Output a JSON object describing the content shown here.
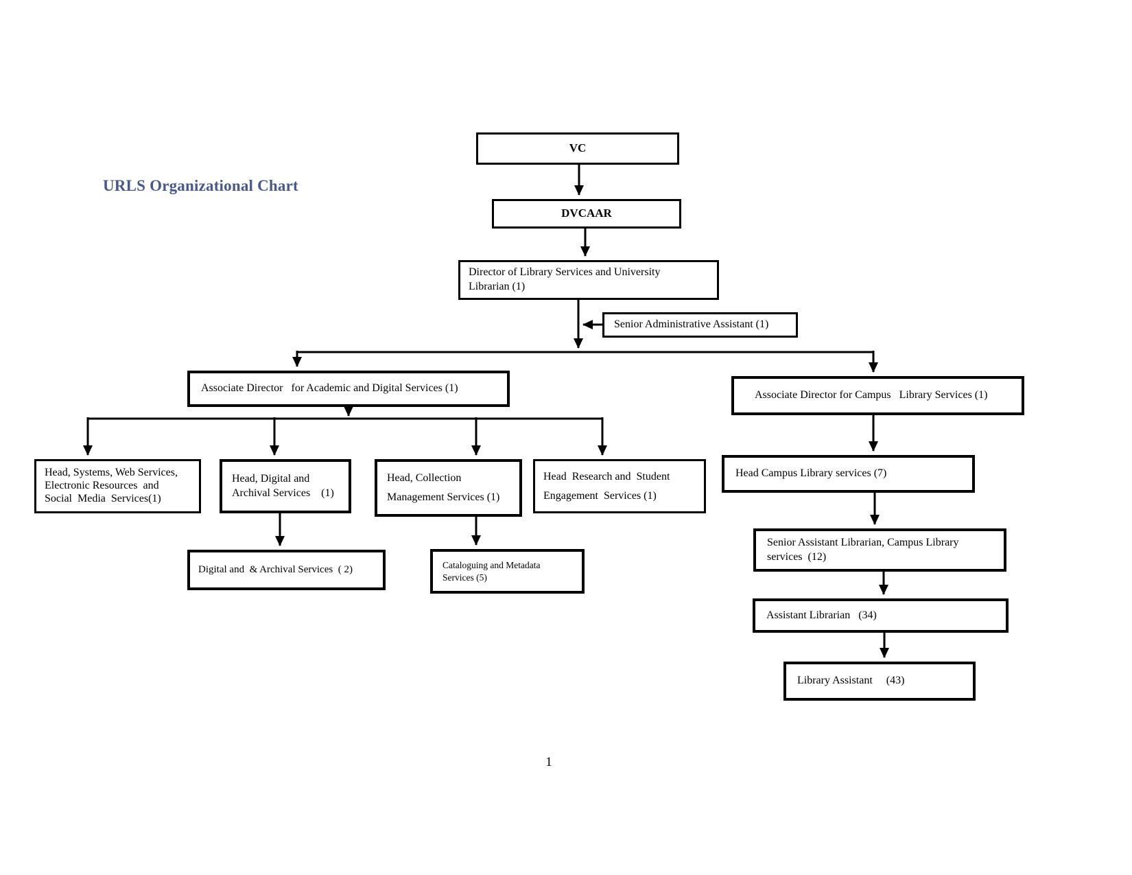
{
  "title": {
    "text": "URLS Organizational Chart",
    "color": "#47598E"
  },
  "page_number": "1",
  "org_chart": {
    "nodes": {
      "vc": {
        "label": "VC"
      },
      "dvcaar": {
        "label": "DVCAAR"
      },
      "director": {
        "label": "Director of Library Services and University\nLibrarian (1)"
      },
      "senior_admin_assistant": {
        "label": "Senior Administrative Assistant (1)"
      },
      "assoc_dir_academic": {
        "label": "Associate Director   for Academic and Digital Services (1)"
      },
      "assoc_dir_campus": {
        "label": "Associate Director for Campus   Library Services (1)"
      },
      "head_systems": {
        "label": "Head, Systems, Web Services,\nElectronic Resources  and\nSocial  Media  Services(1)"
      },
      "head_digital": {
        "label": "Head, Digital and\nArchival Services    (1)"
      },
      "head_collection": {
        "label": "Head, Collection\nManagement Services (1)"
      },
      "head_research": {
        "label": "Head  Research and  Student\nEngagement  Services (1)"
      },
      "head_campus": {
        "label": "Head Campus Library services (7)"
      },
      "digital_archival": {
        "label": "Digital and  & Archival Services  ( 2)"
      },
      "cataloguing": {
        "label": "Cataloguing and Metadata\nServices (5)"
      },
      "senior_asst_librarian": {
        "label": "Senior Assistant Librarian, Campus Library\nservices  (12)"
      },
      "assistant_librarian": {
        "label": "Assistant Librarian   (34)"
      },
      "library_assistant": {
        "label": "Library Assistant     (43)"
      }
    },
    "edges": [
      [
        "vc",
        "dvcaar"
      ],
      [
        "dvcaar",
        "director"
      ],
      [
        "senior_admin_assistant",
        "director"
      ],
      [
        "director",
        "assoc_dir_academic"
      ],
      [
        "director",
        "assoc_dir_campus"
      ],
      [
        "assoc_dir_academic",
        "head_systems"
      ],
      [
        "assoc_dir_academic",
        "head_digital"
      ],
      [
        "assoc_dir_academic",
        "head_collection"
      ],
      [
        "assoc_dir_academic",
        "head_research"
      ],
      [
        "head_digital",
        "digital_archival"
      ],
      [
        "head_collection",
        "cataloguing"
      ],
      [
        "assoc_dir_campus",
        "head_campus"
      ],
      [
        "head_campus",
        "senior_asst_librarian"
      ],
      [
        "senior_asst_librarian",
        "assistant_librarian"
      ],
      [
        "assistant_librarian",
        "library_assistant"
      ]
    ]
  }
}
